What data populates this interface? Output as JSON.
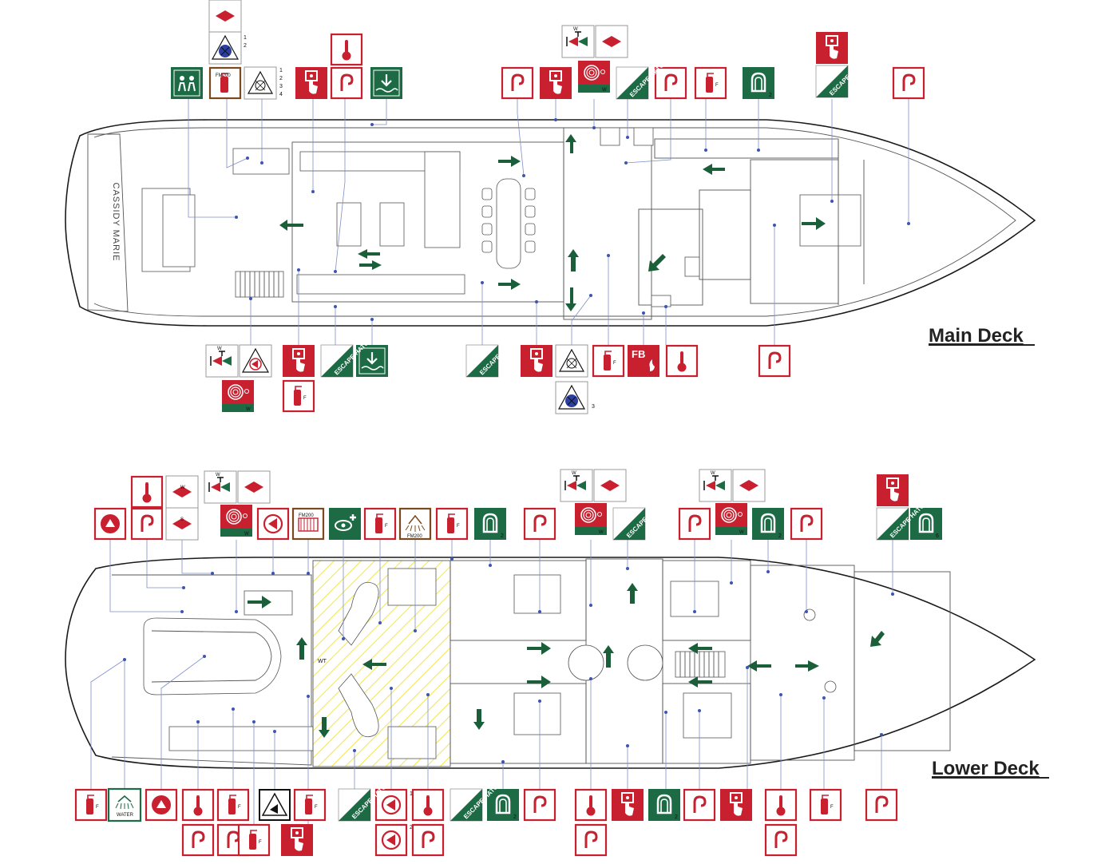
{
  "decks": {
    "main": {
      "title": "Main Deck",
      "brand": "CASSIDY MARIE"
    },
    "lower": {
      "title": "Lower Deck"
    }
  },
  "symbol_text": {
    "escape_hatch": "ESCAPE HATCH",
    "fire_button": "FB",
    "fm200": "FM200",
    "water": "WATER",
    "valve_w": "W",
    "valve_s": "S",
    "wt": "WT"
  },
  "symbol_numbers": {
    "stack_a": [
      "1",
      "2"
    ],
    "stack_b": [
      "1",
      "2",
      "3",
      "4"
    ],
    "fire_pump_a": "1",
    "fire_pump_b": "2",
    "hatch_3": "3",
    "lifejacket_2": "2",
    "lifejacket_6": "6"
  },
  "colors": {
    "safety_red": "#c8202f",
    "safety_green": "#1c6b45",
    "leader_blue": "#7d8fc8",
    "engine_room_hatch": "#f2e64a"
  },
  "icons": [
    "fire-hose-icon",
    "fire-extinguisher-icon",
    "fire-alarm-button-icon",
    "fire-detector-icon",
    "smoke-detector-icon",
    "escape-hatch-icon",
    "lifejacket-icon",
    "valve-icon",
    "fire-pump-icon",
    "muster-station-icon",
    "liferaft-icon",
    "eyewash-icon",
    "sprinkler-icon"
  ]
}
